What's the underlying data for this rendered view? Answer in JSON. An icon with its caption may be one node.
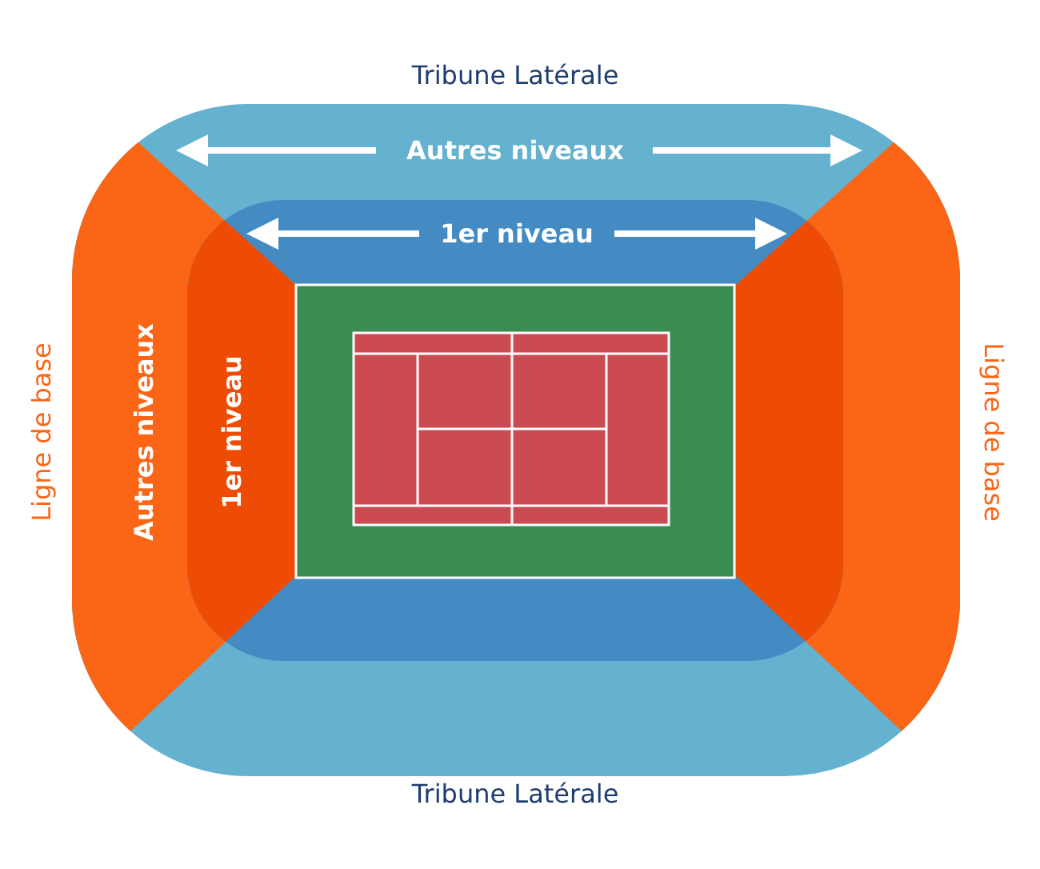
{
  "diagram": {
    "labels": [
      "Tribune Latérale",
      "Autres niveaux",
      "1er niveau",
      "Ligne de base",
      "Autres niveaux",
      "1er niveau",
      "Ligne de base",
      "Tribune Latérale"
    ]
  }
}
